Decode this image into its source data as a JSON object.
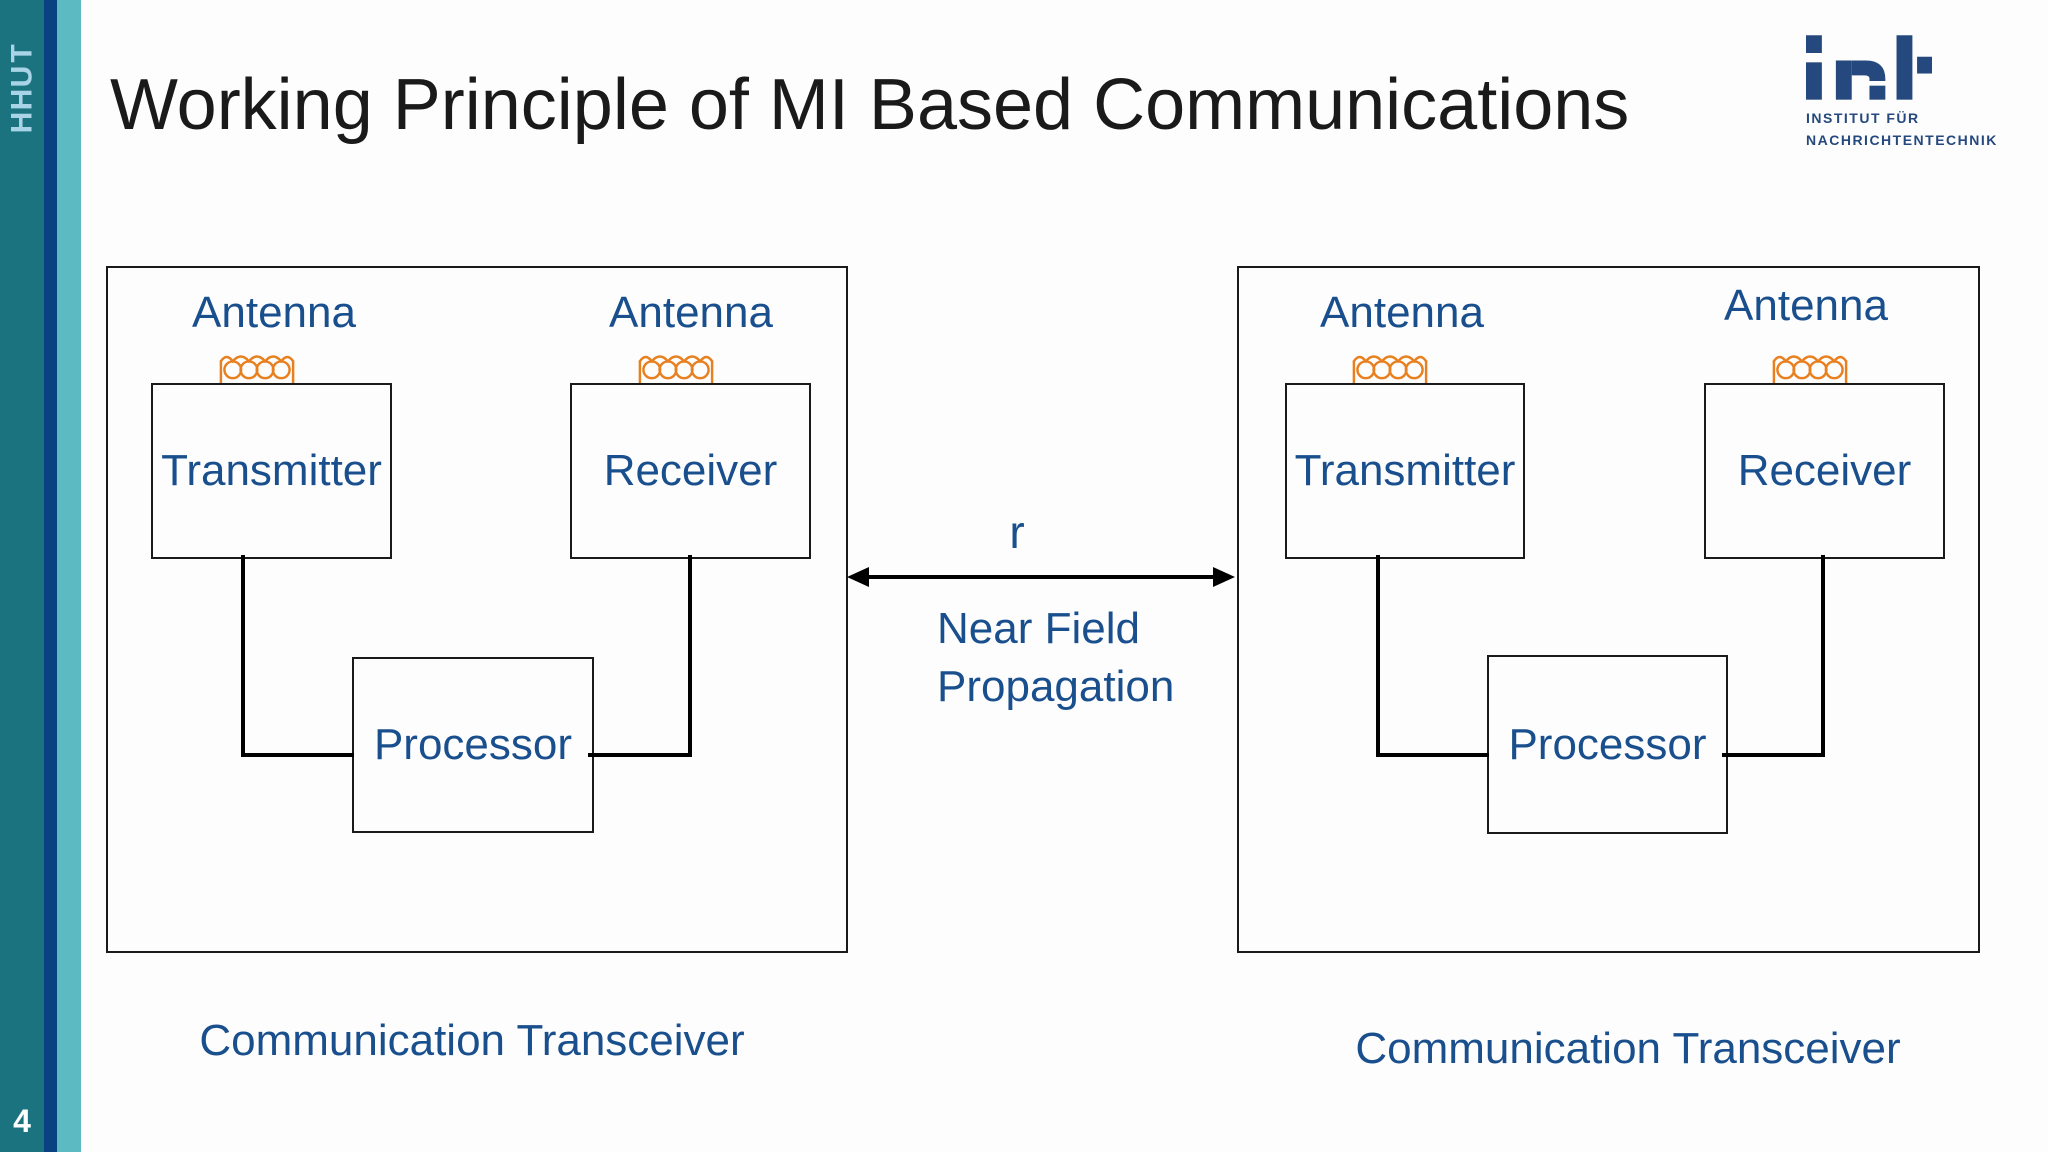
{
  "sidebar": {
    "logo_text": "TUHH",
    "page_number": "4"
  },
  "header": {
    "title": "Working Principle of MI Based Communications"
  },
  "logo": {
    "wordmark": "int",
    "institute_line1": "INSTITUT FÜR",
    "institute_line2": "NACHRICHTENTECHNIK"
  },
  "diagram": {
    "left": {
      "antenna_label_1": "Antenna",
      "antenna_label_2": "Antenna",
      "transmitter_label": "Transmitter",
      "receiver_label": "Receiver",
      "processor_label": "Processor",
      "caption": "Communication Transceiver"
    },
    "right": {
      "antenna_label_1": "Antenna",
      "antenna_label_2": "Antenna",
      "transmitter_label": "Transmitter",
      "receiver_label": "Receiver",
      "processor_label": "Processor",
      "caption": "Communication Transceiver"
    },
    "link": {
      "distance_label": "r",
      "description_line1": "Near Field",
      "description_line2": "Propagation"
    }
  },
  "icons": {
    "coil": "inductor-coil-icon",
    "distance_arrow": "double-headed-arrow-icon",
    "institute": "int-logo-icon"
  },
  "colors": {
    "diagram_text_blue": "#1a4f8e",
    "coil_orange": "#e8801f",
    "sidebar_teal": "#1b7380",
    "sidebar_stripe_blue": "#0a4181",
    "sidebar_stripe_light_teal": "#5cbac3",
    "tuhh_text": "#a9d3e6",
    "logo_navy": "#25497e",
    "line_black": "#000000",
    "title_black": "#1a1a1a"
  }
}
